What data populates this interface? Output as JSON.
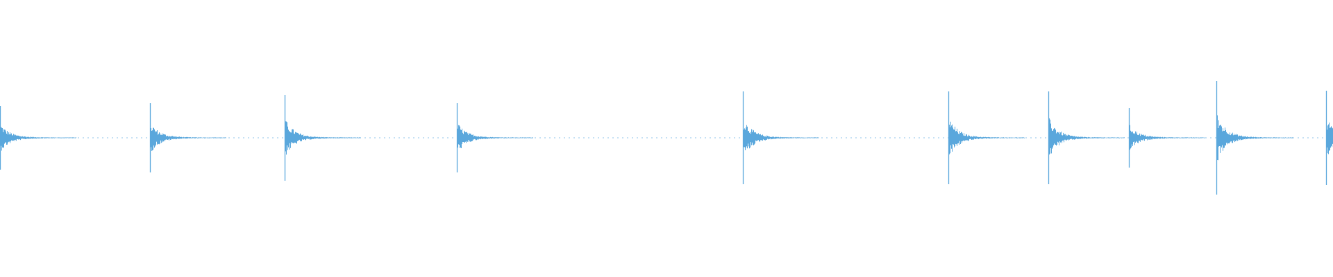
{
  "waveform": {
    "color": "#5aa7dc",
    "baseline_color": "#8cc3ea",
    "transients": [
      {
        "time": 0.0,
        "amplitude": 0.46
      },
      {
        "time": 216,
        "amplitude": 0.5
      },
      {
        "time": 410,
        "amplitude": 0.62
      },
      {
        "time": 658,
        "amplitude": 0.5
      },
      {
        "time": 1070,
        "amplitude": 0.67
      },
      {
        "time": 1366,
        "amplitude": 0.67
      },
      {
        "time": 1510,
        "amplitude": 0.67
      },
      {
        "time": 1626,
        "amplitude": 0.43
      },
      {
        "time": 1752,
        "amplitude": 0.82
      },
      {
        "time": 1910,
        "amplitude": 0.68
      }
    ]
  }
}
